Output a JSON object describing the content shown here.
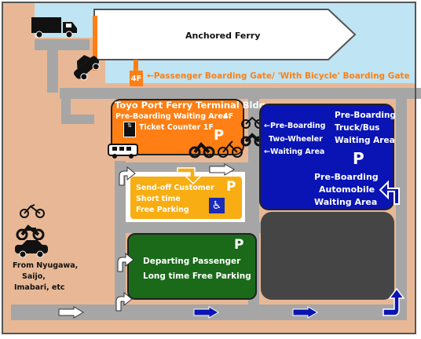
{
  "ferry": {
    "name": "Anchored Ferry"
  },
  "gate": {
    "floor": "4F",
    "label": "←Passenger Boarding Gate/ 'With Bicycle' Boarding Gate"
  },
  "terminal": {
    "title": "Toyo Port Ferry Terminal Bldg",
    "waiting_area": "Pre-Boarding Waiting Area",
    "waiting_floor": "4F",
    "ticket_counter": "Ticket Counter 1F",
    "parking_symbol": "P"
  },
  "two_wheeler": {
    "line1": "←Pre-Boarding",
    "line2": "Two-Wheeler",
    "line3": "←Waiting Area"
  },
  "truck_bus": {
    "line1": "Pre-Boarding",
    "line2": "Truck/Bus",
    "line3": "Waiting Area",
    "parking_symbol": "P"
  },
  "automobile": {
    "line1": "Pre-Boarding",
    "line2": "Automobile",
    "line3": "Waiting Area"
  },
  "send_off": {
    "line1": "Send-off Customer",
    "line2": "Short time",
    "line3": "Free Parking",
    "parking_symbol": "P"
  },
  "departing": {
    "line1": "Departing Passenger",
    "line2": "Long time Free Parking",
    "parking_symbol": "P"
  },
  "origin": {
    "line1": "From Nyugawa,",
    "line2": "Saijo,",
    "line3": "Imabari, etc"
  },
  "colors": {
    "sea": "#bfe4f3",
    "land": "#e8b896",
    "road": "#a6a6a6",
    "terminal": "#ff7f14",
    "truck_lot": "#0a14b4",
    "send_off_lot": "#f8ad12",
    "departing_lot": "#1a6a1a",
    "auto_lot": "#454545"
  },
  "icons": [
    "truck-icon",
    "car-icon",
    "bicycle-icon",
    "motorcycle-icon",
    "bus-icon",
    "elevator-icon",
    "wheelchair-icon",
    "arrow-icon"
  ]
}
